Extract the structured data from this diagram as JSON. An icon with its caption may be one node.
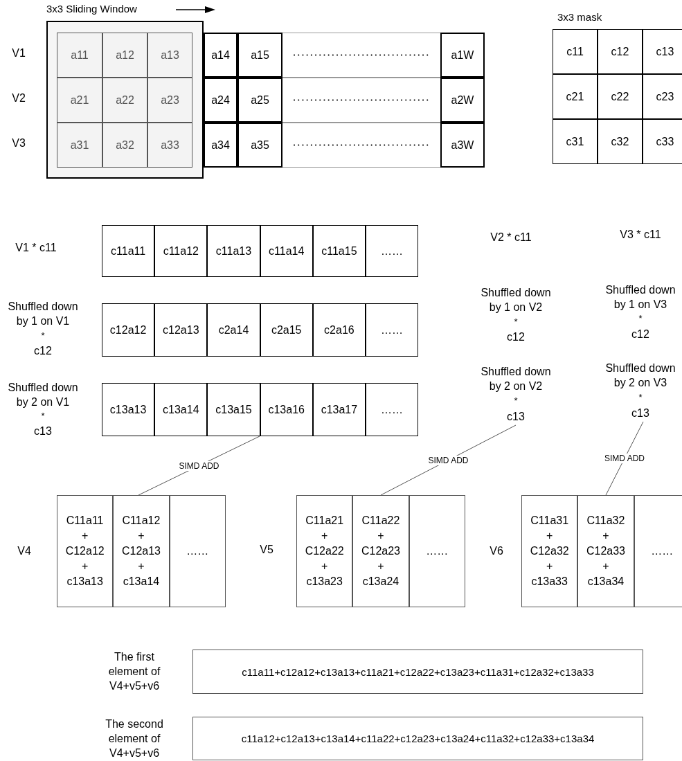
{
  "diagram": {
    "nodes": [
      {
        "text": [
          "3x3 Sliding Window"
        ]
      },
      {
        "text": [
          "a11"
        ],
        "in": 0
      },
      {
        "text": [
          "a12"
        ],
        "in": 0
      },
      {
        "text": [
          "a13"
        ],
        "in": 0
      },
      {
        "text": [
          "a14"
        ]
      },
      {
        "text": [
          "a15"
        ]
      },
      {
        "text": [],
        "shape": "box"
      },
      {
        "text": [
          "a1W"
        ]
      },
      {
        "text": [
          "a21"
        ],
        "in": 0
      },
      {
        "text": [
          "a22"
        ],
        "in": 0
      },
      {
        "text": [
          "a23"
        ],
        "in": 0
      },
      {
        "text": [
          "a24"
        ]
      },
      {
        "text": [
          "a25"
        ]
      },
      {
        "text": [],
        "shape": "box"
      },
      {
        "text": [
          "a2W"
        ]
      },
      {
        "text": [
          "a31"
        ],
        "in": 0
      },
      {
        "text": [
          "a32"
        ],
        "in": 0
      },
      {
        "text": [
          "a33"
        ],
        "in": 0
      },
      {
        "text": [
          "a34"
        ]
      },
      {
        "text": [
          "a35"
        ]
      },
      {
        "text": [],
        "shape": "box"
      },
      {
        "text": [
          "a3W"
        ]
      },
      {
        "text": [
          "3x3 mask"
        ]
      },
      {
        "text": [
          "c11"
        ],
        "in": 22
      },
      {
        "text": [
          "c12"
        ],
        "in": 22
      },
      {
        "text": [
          "c13"
        ],
        "in": 22
      },
      {
        "text": [
          "c21"
        ],
        "in": 22
      },
      {
        "text": [
          "c22"
        ],
        "in": 22
      },
      {
        "text": [
          "c23"
        ],
        "in": 22
      },
      {
        "text": [
          "c31"
        ],
        "in": 22
      },
      {
        "text": [
          "c32"
        ],
        "in": 22
      },
      {
        "text": [
          "c33"
        ],
        "in": 22
      },
      {
        "text": [],
        "shape": "box"
      },
      {
        "text": [
          "c11a11"
        ],
        "in": 32
      },
      {
        "text": [
          "c11a12"
        ],
        "in": 32
      },
      {
        "text": [
          "c11a13"
        ],
        "in": 32
      },
      {
        "text": [
          "c11a14"
        ],
        "in": 32
      },
      {
        "text": [
          "c11a15"
        ],
        "in": 32
      },
      {
        "text": [
          "……"
        ],
        "in": 32
      },
      {
        "text": [],
        "shape": "box"
      },
      {
        "text": [
          "c12a12"
        ],
        "in": 39
      },
      {
        "text": [
          "c12a13"
        ],
        "in": 39
      },
      {
        "text": [
          "c2a14"
        ],
        "in": 39
      },
      {
        "text": [
          "c2a15"
        ],
        "in": 39
      },
      {
        "text": [
          "c2a16"
        ],
        "in": 39
      },
      {
        "text": [
          "……"
        ],
        "in": 39
      },
      {
        "text": [],
        "shape": "box"
      },
      {
        "text": [
          "c13a13"
        ],
        "in": 46
      },
      {
        "text": [
          "c13a14"
        ],
        "in": 46
      },
      {
        "text": [
          "c13a15"
        ],
        "in": 46
      },
      {
        "text": [
          "c13a16"
        ],
        "in": 46
      },
      {
        "text": [
          "c13a17"
        ],
        "in": 46
      },
      {
        "text": [
          "……"
        ],
        "in": 46
      },
      {
        "text": [
          "Shuffled down by 2 on V2",
          "*",
          "c13"
        ]
      },
      {
        "text": [
          "Shuffled down by 2 on V3",
          "*",
          "c13"
        ]
      },
      {
        "text": [],
        "shape": "box"
      },
      {
        "text": [
          "C11a11 + C12a12 + c13a13"
        ],
        "in": 55
      },
      {
        "text": [
          "C11a12 + C12a13 + c13a14"
        ],
        "in": 55
      },
      {
        "text": [
          "……"
        ],
        "in": 55
      },
      {
        "text": [],
        "shape": "box"
      },
      {
        "text": [
          "C11a21 + C12a22 + c13a23"
        ],
        "in": 59
      },
      {
        "text": [
          "C11a22 + C12a23 + c13a24"
        ],
        "in": 59
      },
      {
        "text": [
          "……"
        ],
        "in": 59
      },
      {
        "text": [],
        "shape": "box"
      },
      {
        "text": [
          "C11a31 + C12a32 + c13a33"
        ],
        "in": 63
      },
      {
        "text": [
          "C11a32 + C12a33 + c13a34"
        ],
        "in": 63
      },
      {
        "text": [
          "……"
        ],
        "in": 63
      },
      {
        "text": [
          "c11a11+c12a12+c13a13+c11a21+c12a22+c13a23+c11a31+c12a32+c13a33"
        ]
      },
      {
        "text": [
          "c11a12+c12a13+c13a14+c11a22+c12a23+c13a24+c11a32+c12a33+c13a34"
        ]
      }
    ],
    "edges": [
      {
        "from": 46,
        "to": 55,
        "arrow": "none",
        "label": "SIMD ADD"
      },
      {
        "from": 53,
        "to": 59,
        "arrow": "none",
        "label": "SIMD ADD"
      },
      {
        "from": 54,
        "to": 63,
        "arrow": "none",
        "label": "SIMD ADD"
      }
    ],
    "labels": [
      "V1",
      "V2",
      "V3",
      "V1 * c11",
      "V2 * c11",
      "V3 * c11",
      "Shuffled down by 1 on V1",
      "*",
      "c12",
      "Shuffled down by 1 on V2",
      "*",
      "c12",
      "Shuffled down by 1 on V3",
      "*",
      "c12",
      "Shuffled down by 2 on V1",
      "*",
      "c13",
      "V4",
      "V5",
      "V6",
      "The first element of V4+v5+v6",
      "The second element of V4+v5+v6"
    ]
  }
}
